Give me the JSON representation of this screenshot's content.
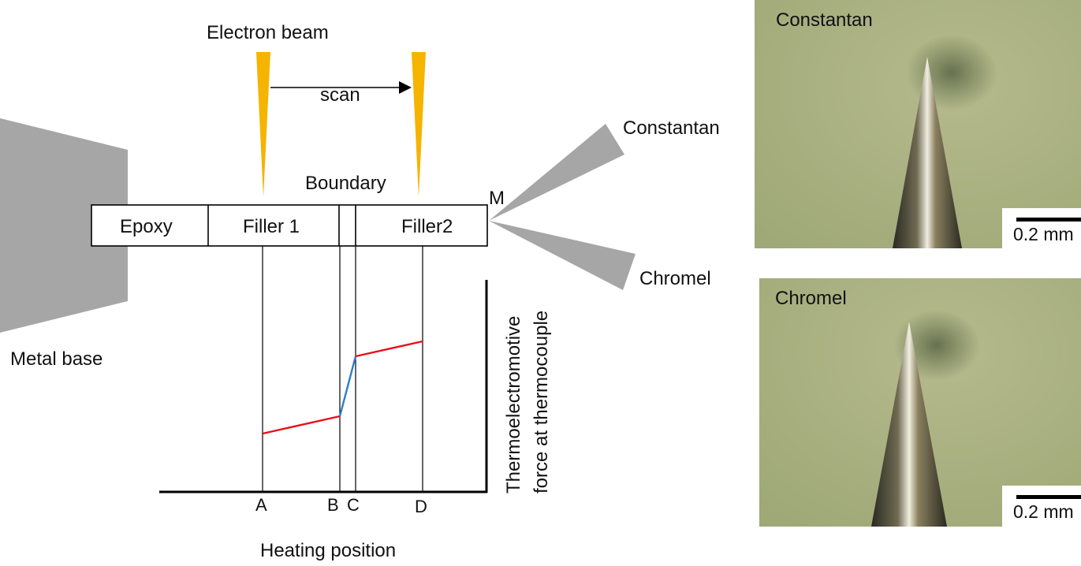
{
  "labels": {
    "electron_beam": "Electron beam",
    "scan": "scan",
    "boundary": "Boundary",
    "m": "M",
    "constantan": "Constantan",
    "chromel": "Chromel",
    "epoxy": "Epoxy",
    "filler1": "Filler 1",
    "filler2": "Filler2",
    "metal_base": "Metal base",
    "point_a": "A",
    "point_b": "B",
    "point_c": "C",
    "point_d": "D",
    "heating_position": "Heating position",
    "y_axis_line1": "Thermoelectromotive",
    "y_axis_line2": "force at thermocouple"
  },
  "photos": {
    "top": {
      "label": "Constantan",
      "scale": "0.2 mm"
    },
    "bottom": {
      "label": "Chromel",
      "scale": "0.2 mm"
    }
  },
  "colors": {
    "beam": "#f5b400",
    "filler_segment": "#e8101a",
    "boundary_segment": "#2a7ec8",
    "gray_shape": "#a6a6a6",
    "photo_bg": "#a8b07e"
  }
}
